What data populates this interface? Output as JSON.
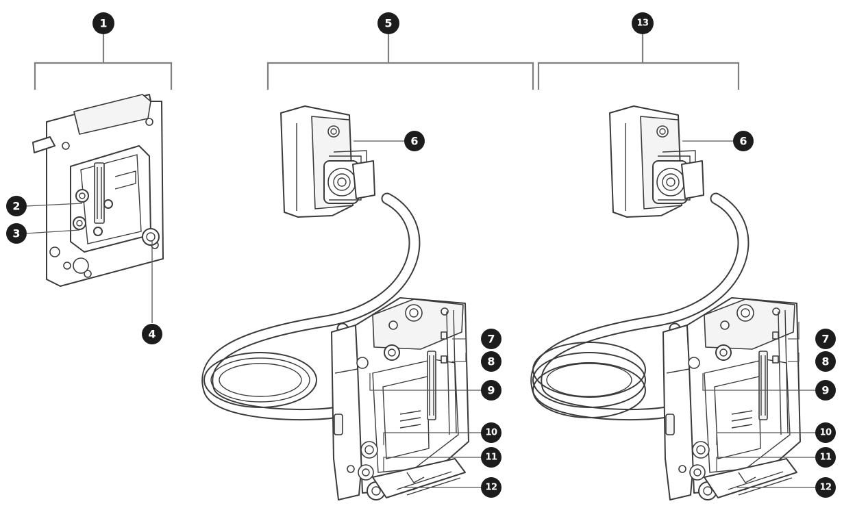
{
  "callouts": {
    "c1": "1",
    "c2": "2",
    "c3": "3",
    "c4": "4",
    "c5": "5",
    "c13": "13",
    "a6": "6",
    "a7": "7",
    "a8": "8",
    "a9": "9",
    "a10": "10",
    "a11": "11",
    "a12": "12",
    "b6": "6",
    "b7": "7",
    "b8": "8",
    "b9": "9",
    "b10": "10",
    "b11": "11",
    "b12": "12"
  }
}
